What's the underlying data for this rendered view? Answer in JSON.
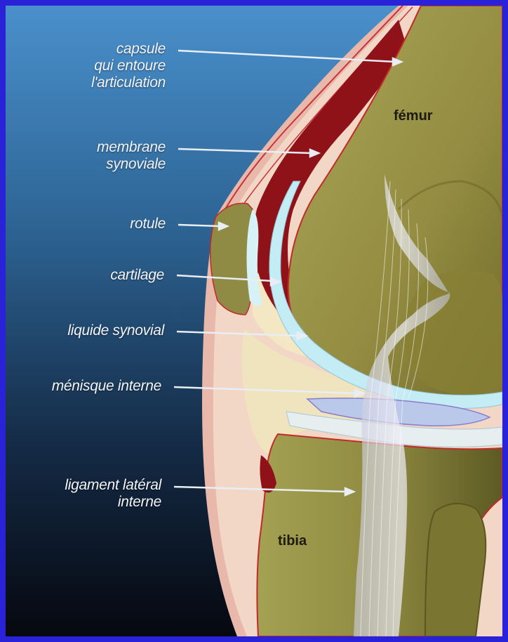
{
  "labels": {
    "capsule": [
      "capsule",
      "qui entoure",
      "l'articulation"
    ],
    "membrane": [
      "membrane",
      "synoviale"
    ],
    "rotule": "rotule",
    "cartilage": "cartilage",
    "liquide": "liquide synovial",
    "menisque": "ménisque interne",
    "ligament": [
      "ligament latéral",
      "interne"
    ],
    "femur": "fémur",
    "tibia": "tibia"
  },
  "colors": {
    "frame": "#2a22d8",
    "background_top": "#3f86c4",
    "background_bottom": "#070b16",
    "bone": "#9a9447",
    "cartilage": "#bfe8f2",
    "synovial": "#8e1218",
    "capsule": "#e9b7a8",
    "ligament": "#dcdde8"
  }
}
